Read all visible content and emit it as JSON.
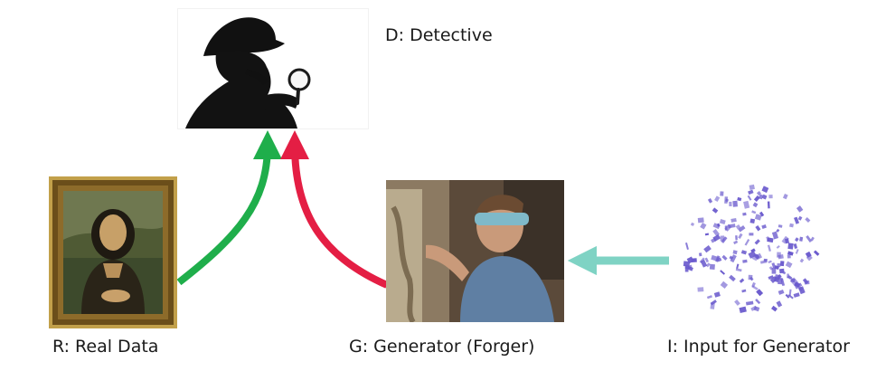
{
  "labels": {
    "detective": "D: Detective",
    "real_data": "R: Real Data",
    "generator": "G: Generator (Forger)",
    "input": "I: Input for Generator"
  },
  "colors": {
    "real_arrow": "#1fae4b",
    "fake_arrow": "#e41e44",
    "input_arrow": "#7fd3c4",
    "noise_points": "#6a5acd",
    "frame_gold": "#a07a2d"
  },
  "icons": {
    "detective": "detective-silhouette-with-magnifier-icon",
    "real_data": "mona-lisa-painting-icon",
    "generator": "forger-painting-photo-icon",
    "input": "noise-particle-sphere-icon"
  }
}
